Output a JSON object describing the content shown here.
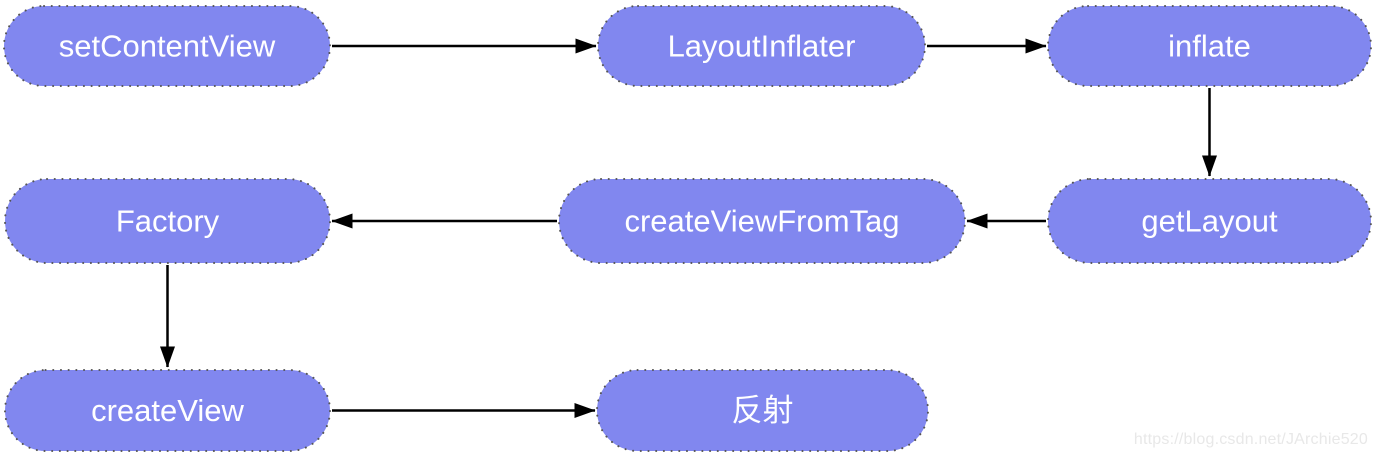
{
  "diagram": {
    "nodes": [
      {
        "id": "setContentView",
        "label": "setContentView"
      },
      {
        "id": "LayoutInflater",
        "label": "LayoutInflater"
      },
      {
        "id": "inflate",
        "label": "inflate"
      },
      {
        "id": "Factory",
        "label": "Factory"
      },
      {
        "id": "createViewFromTag",
        "label": "createViewFromTag"
      },
      {
        "id": "getLayout",
        "label": "getLayout"
      },
      {
        "id": "createView",
        "label": "createView"
      },
      {
        "id": "reflection",
        "label": "反射"
      }
    ],
    "edges": [
      {
        "from": "setContentView",
        "to": "LayoutInflater"
      },
      {
        "from": "LayoutInflater",
        "to": "inflate"
      },
      {
        "from": "inflate",
        "to": "getLayout"
      },
      {
        "from": "getLayout",
        "to": "createViewFromTag"
      },
      {
        "from": "createViewFromTag",
        "to": "Factory"
      },
      {
        "from": "Factory",
        "to": "createView"
      },
      {
        "from": "createView",
        "to": "reflection"
      }
    ]
  },
  "watermark": {
    "text": "https://blog.csdn.net/JArchie520"
  },
  "colors": {
    "background": "#FFFFFF",
    "node_fill": "#8187EF",
    "node_border": "#555555",
    "node_text": "#FFFFFF",
    "arrow": "#000000",
    "watermark_text": "#E8E8E8"
  }
}
